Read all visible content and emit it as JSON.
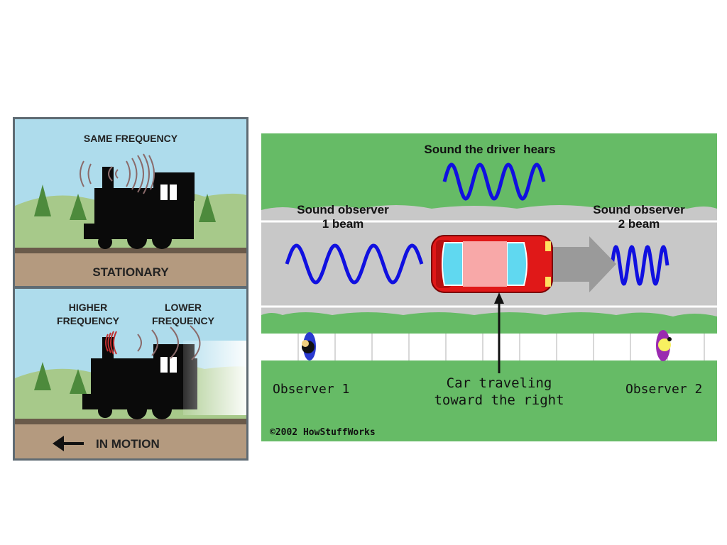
{
  "train_panel": {
    "top_label": "SAME FREQUENCY",
    "top_caption": "STATIONARY",
    "bottom_label_left_1": "HIGHER",
    "bottom_label_left_2": "FREQUENCY",
    "bottom_label_right_1": "LOWER",
    "bottom_label_right_2": "FREQUENCY",
    "bottom_caption": "IN MOTION",
    "arrow_icon": "left-arrow-icon",
    "colors": {
      "sky": "#aedcec",
      "hill": "#a7c98a",
      "ground": "#b49a7f",
      "train": "#0a0a0a"
    }
  },
  "car_panel": {
    "driver_label": "Sound the driver hears",
    "observer1_beam_label_1": "Sound observer",
    "observer1_beam_label_2": "1 beam",
    "observer2_beam_label_1": "Sound observer",
    "observer2_beam_label_2": "2 beam",
    "car_label_1": "Car traveling",
    "car_label_2": "toward the right",
    "observer1_label": "Observer 1",
    "observer2_label": "Observer 2",
    "credit": "©2002 HowStuffWorks",
    "colors": {
      "grass": "#66bb66",
      "road": "#c8c8c8",
      "wave": "#1010e0",
      "car": "#e01818"
    }
  }
}
